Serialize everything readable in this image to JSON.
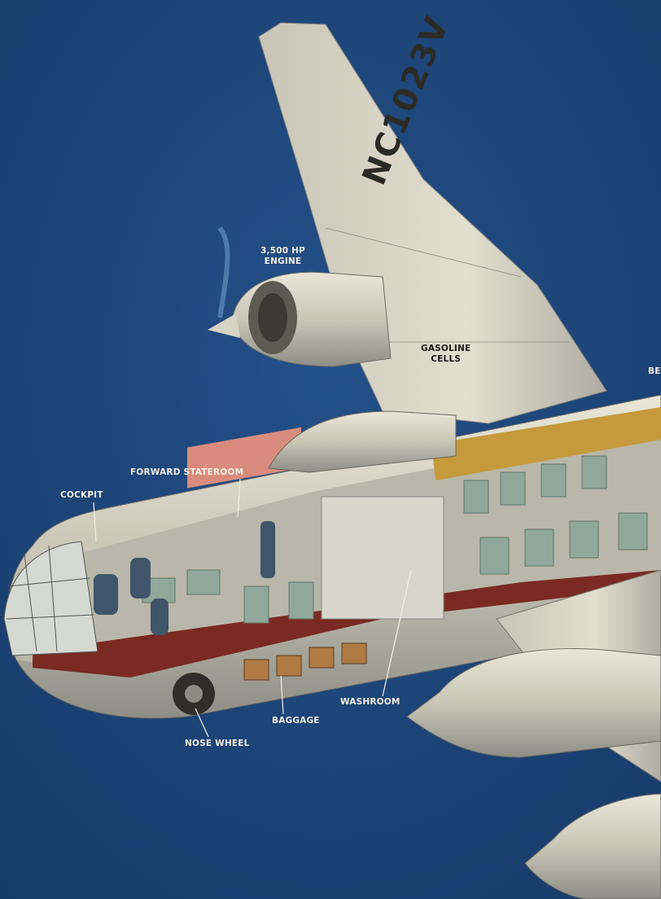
{
  "registration": "NC1023V",
  "labels": {
    "engine": [
      "3,500 HP",
      "ENGINE"
    ],
    "gasoline": [
      "GASOLINE",
      "CELLS"
    ],
    "partial_right": "BE",
    "forward_stateroom": "FORWARD STATEROOM",
    "cockpit": "COCKPIT",
    "washroom": "WASHROOM",
    "baggage": "BAGGAGE",
    "nose_wheel": "NOSE WHEEL"
  },
  "colors": {
    "sky": "#1c4478",
    "metal": "#cfcdbf",
    "cabin_floor": "#7a2a22",
    "seats": "#8fa89a",
    "label": "#f4efe4"
  }
}
